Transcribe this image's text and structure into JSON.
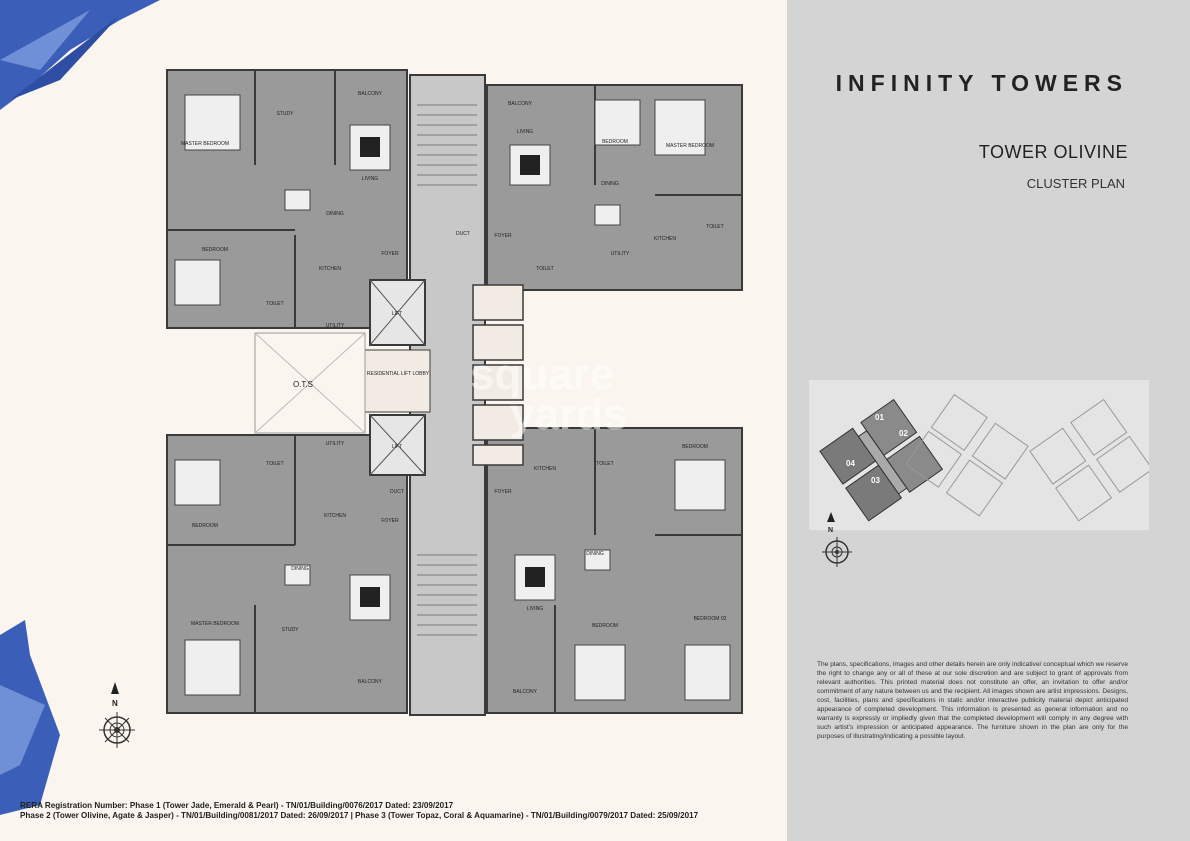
{
  "header": {
    "brand": "INFINITY TOWERS",
    "tower": "TOWER OLIVINE",
    "plan_type": "CLUSTER PLAN"
  },
  "plan": {
    "labels": {
      "master_bedroom": "MASTER BEDROOM",
      "bedroom": "BEDROOM",
      "bedroom_02": "BEDROOM 02",
      "study": "STUDY",
      "living": "LIVING",
      "dining": "DINING",
      "kitchen": "KITCHEN",
      "toilet": "TOILET",
      "utility": "UTILITY",
      "balcony": "BALCONY",
      "foyer": "FOYER",
      "lift": "LIFT",
      "duct": "DUCT",
      "lobby": "RESIDENTIAL LIFT LOBBY",
      "ots": "O.T.S"
    },
    "compass_letter": "N"
  },
  "key_plan": {
    "units": [
      "01",
      "02",
      "03",
      "04"
    ]
  },
  "watermark": {
    "line1": "square",
    "line2": "yards"
  },
  "disclaimer": "The plans, specifications, images and other details herein are only indicative/ conceptual which we reserve the right to change any or all of these at our sole discretion and are subject to grant of approvals from relevant authorities. This printed material does not constitute an offer, an invitation to offer and/or commitment of any nature between us and the recipient. All images shown are artist impressions. Designs, cost, facilities, plans and specifications in static and/or interactive publicity material depict anticipated appearance of completed development. This information is presented as general information and no warranty is expressly or impliedly given that the completed development will comply in any degree with such artist's impression or anticipated appearance. The furniture shown in the plan are only for the purposes of illustrating/indicating a possible layout.",
  "rera": {
    "line1": "RERA Registration Number: Phase 1 (Tower Jade, Emerald & Pearl) - TN/01/Building/0076/2017 Dated: 23/09/2017",
    "line2": "Phase 2 (Tower Olivine, Agate & Jasper) - TN/01/Building/0081/2017 Dated: 26/09/2017 | Phase 3 (Tower Topaz, Coral & Aquamarine) - TN/01/Building/0079/2017 Dated: 25/09/2017"
  },
  "colors": {
    "panel": "#d4d4d4",
    "room": "#9a9a9a",
    "wall": "#3a3a3a",
    "brush": "#3b5fb8"
  }
}
